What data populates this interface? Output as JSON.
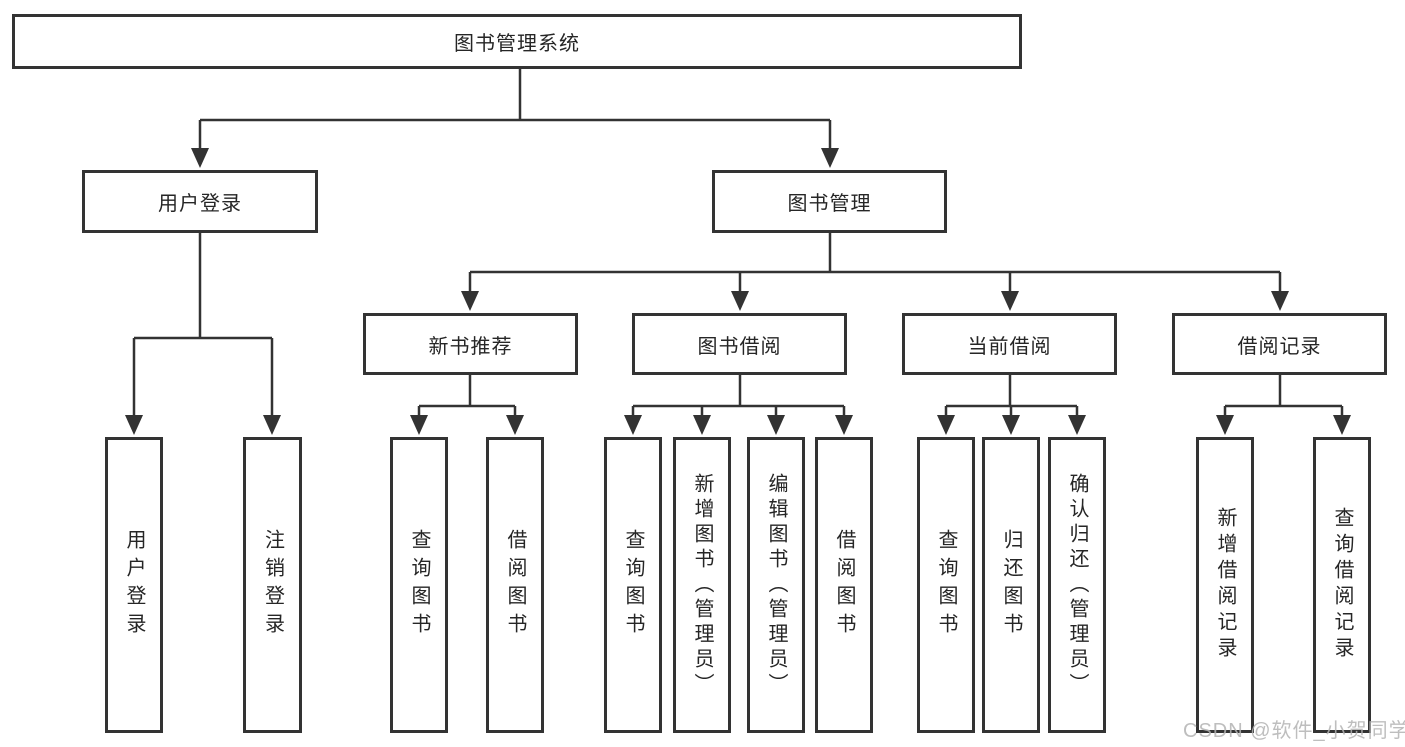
{
  "diagram": {
    "root": {
      "label": "图书管理系统"
    },
    "branches": [
      {
        "label": "用户登录",
        "children": [
          {
            "label": "用户登录"
          },
          {
            "label": "注销登录"
          }
        ]
      },
      {
        "label": "图书管理",
        "children": [
          {
            "label": "新书推荐",
            "children": [
              {
                "label": "查询图书"
              },
              {
                "label": "借阅图书"
              }
            ]
          },
          {
            "label": "图书借阅",
            "children": [
              {
                "label": "查询图书"
              },
              {
                "label": "新增图书（管理员）"
              },
              {
                "label": "编辑图书（管理员）"
              },
              {
                "label": "借阅图书"
              }
            ]
          },
          {
            "label": "当前借阅",
            "children": [
              {
                "label": "查询图书"
              },
              {
                "label": "归还图书"
              },
              {
                "label": "确认归还（管理员）"
              }
            ]
          },
          {
            "label": "借阅记录",
            "children": [
              {
                "label": "新增借阅记录"
              },
              {
                "label": "查询借阅记录"
              }
            ]
          }
        ]
      }
    ]
  },
  "watermark": {
    "text": "CSDN @软件_小贺同学"
  },
  "colors": {
    "line": "#333333",
    "text": "#262626",
    "background": "#ffffff",
    "watermark": "#b3b3b3"
  }
}
